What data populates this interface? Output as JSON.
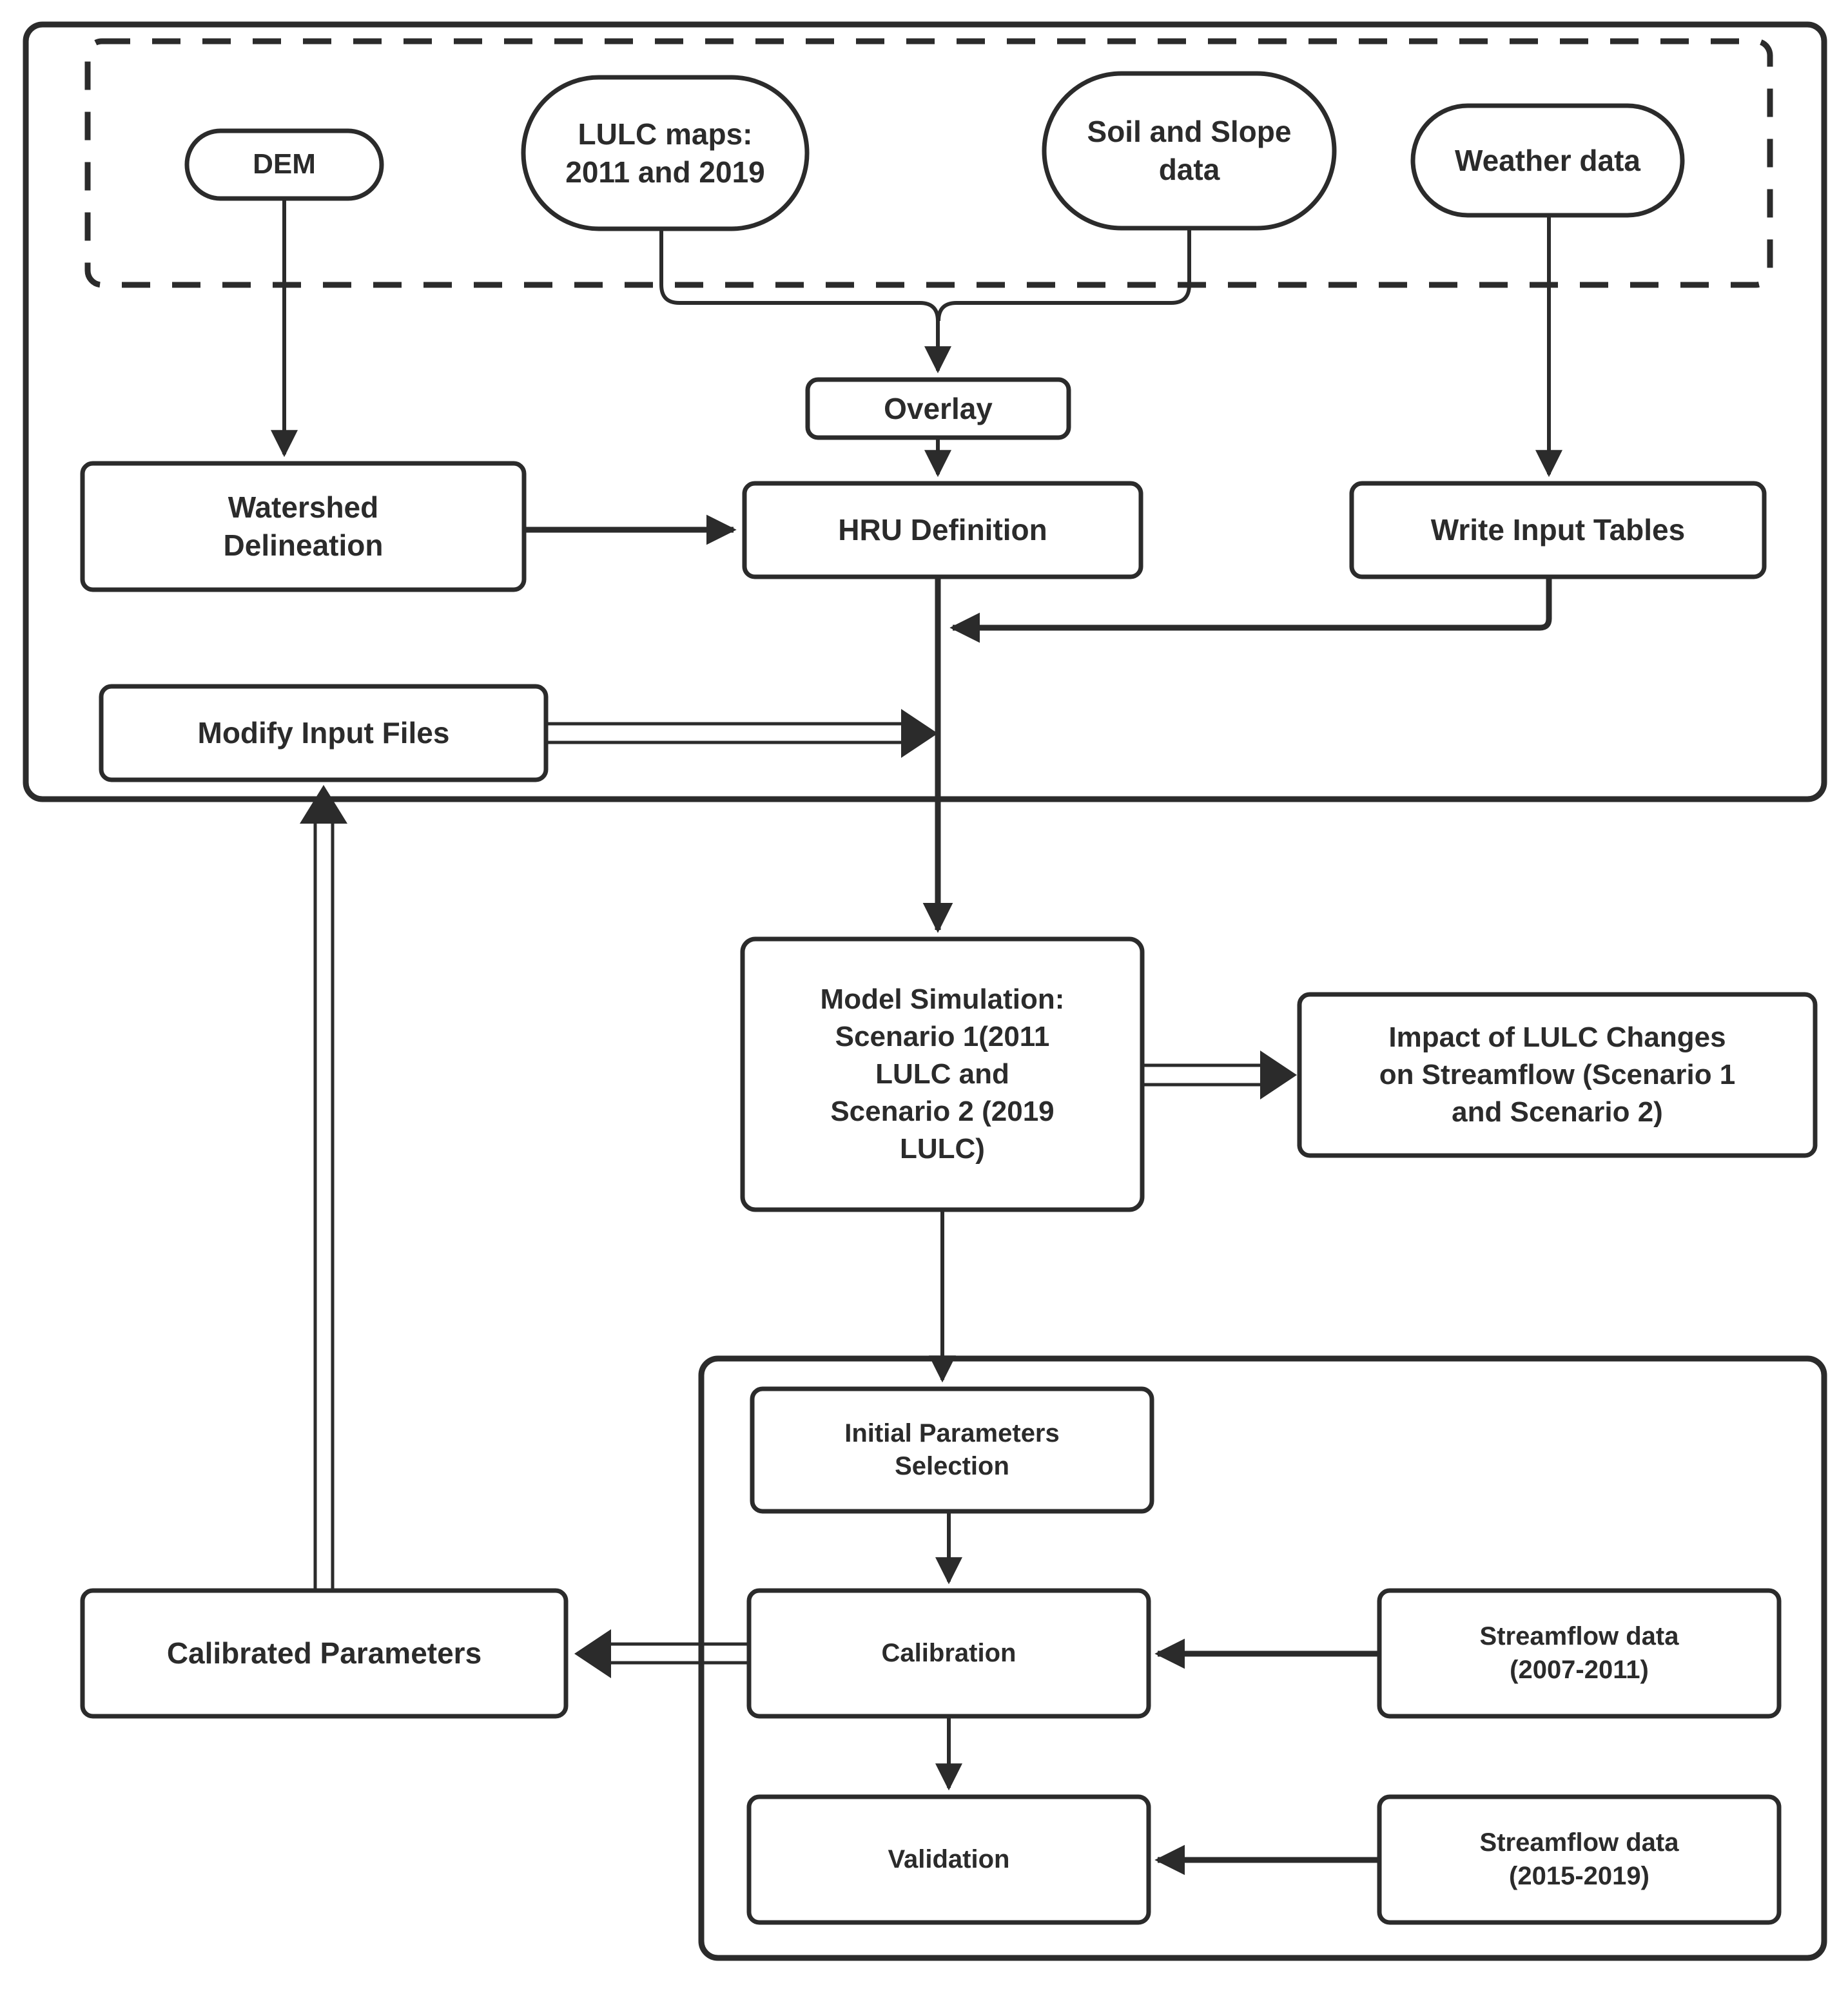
{
  "diagram": {
    "title": "SWAT modelling workflow flowchart",
    "stroke_color": "#2b2b2b",
    "fill_color": "#ffffff",
    "groups": {
      "outer_model_setup": "",
      "input_data_dashed_group": "",
      "calibration_validation_group": ""
    }
  },
  "nodes": {
    "dem": {
      "label": "DEM",
      "shape": "stadium"
    },
    "lulc_maps": {
      "label": "LULC maps:\n2011 and 2019",
      "shape": "stadium"
    },
    "soil_slope": {
      "label": "Soil and Slope\ndata",
      "shape": "stadium"
    },
    "weather": {
      "label": "Weather data",
      "shape": "stadium"
    },
    "overlay": {
      "label": "Overlay",
      "shape": "rounded-rect"
    },
    "watershed_delineation": {
      "label": "Watershed\nDelineation",
      "shape": "rounded-rect"
    },
    "hru_definition": {
      "label": "HRU Definition",
      "shape": "rounded-rect"
    },
    "write_input_tables": {
      "label": "Write Input Tables",
      "shape": "rounded-rect"
    },
    "modify_input_files": {
      "label": "Modify Input Files",
      "shape": "rounded-rect"
    },
    "model_simulation": {
      "label": "Model Simulation:\nScenario 1(2011\nLULC and\nScenario 2 (2019\nLULC)",
      "shape": "rounded-rect"
    },
    "impact_lulc": {
      "label": "Impact of LULC Changes\non Streamflow (Scenario 1\nand Scenario 2)",
      "shape": "rounded-rect"
    },
    "initial_parameters": {
      "label": "Initial Parameters\nSelection",
      "shape": "rounded-rect"
    },
    "calibration": {
      "label": "Calibration",
      "shape": "rounded-rect"
    },
    "validation": {
      "label": "Validation",
      "shape": "rounded-rect"
    },
    "calibrated_parameters": {
      "label": "Calibrated Parameters",
      "shape": "rounded-rect"
    },
    "streamflow_calib": {
      "label": "Streamflow data\n(2007-2011)",
      "shape": "rounded-rect"
    },
    "streamflow_valid": {
      "label": "Streamflow data\n(2015-2019)",
      "shape": "rounded-rect"
    }
  },
  "edges": [
    {
      "from": "dem",
      "to": "watershed_delineation",
      "style": "single"
    },
    {
      "from": "lulc_maps",
      "to": "overlay",
      "style": "single"
    },
    {
      "from": "soil_slope",
      "to": "overlay",
      "style": "single"
    },
    {
      "from": "weather",
      "to": "write_input_tables",
      "style": "single"
    },
    {
      "from": "overlay",
      "to": "hru_definition",
      "style": "single"
    },
    {
      "from": "watershed_delineation",
      "to": "hru_definition",
      "style": "single"
    },
    {
      "from": "write_input_tables",
      "to": "hru_definition_trunk",
      "style": "single"
    },
    {
      "from": "modify_input_files",
      "to": "hru_definition_trunk",
      "style": "double"
    },
    {
      "from": "hru_definition",
      "to": "model_simulation",
      "style": "single"
    },
    {
      "from": "model_simulation",
      "to": "impact_lulc",
      "style": "double"
    },
    {
      "from": "model_simulation",
      "to": "initial_parameters",
      "style": "single"
    },
    {
      "from": "initial_parameters",
      "to": "calibration",
      "style": "single"
    },
    {
      "from": "calibration",
      "to": "validation",
      "style": "single"
    },
    {
      "from": "streamflow_calib",
      "to": "calibration",
      "style": "single"
    },
    {
      "from": "streamflow_valid",
      "to": "validation",
      "style": "single"
    },
    {
      "from": "calibration",
      "to": "calibrated_parameters",
      "style": "double"
    },
    {
      "from": "calibrated_parameters",
      "to": "modify_input_files",
      "style": "double"
    }
  ]
}
